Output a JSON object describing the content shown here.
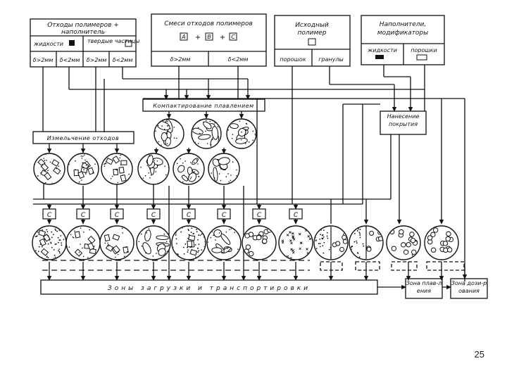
{
  "sources": {
    "polymer_waste_fillers": {
      "title_line1": "Отходы полимеров +",
      "title_line2": "наполнитель",
      "liquids": "жидкости",
      "solids": "твердые частицы",
      "fractions": [
        "δ>2мм",
        "δ<2мм",
        "δ>2мм",
        "δ<2мм"
      ]
    },
    "mixed_polymer_waste": {
      "title": "Смеси отходов полимеров",
      "formula": [
        "A",
        "+",
        "B",
        "+",
        "C"
      ],
      "fractions": [
        "δ>2мм",
        "δ<2мм"
      ]
    },
    "virgin_polymer": {
      "title_line1": "Исходный",
      "title_line2": "полимер",
      "sub": [
        "порошок",
        "гранулы"
      ]
    },
    "fillers_modifiers": {
      "title_line1": "Наполнители,",
      "title_line2": "модификаторы",
      "sub": [
        "жидкости",
        "порошки"
      ]
    }
  },
  "process": {
    "compaction": "Компактирование плавлением",
    "coating": "Нанесение покрытия",
    "comminution": "Измельчение отходов"
  },
  "mixer_label": "С",
  "mixer_count": 8,
  "zones": {
    "loading": "Зоны загрузки и транспортировки",
    "melting": "Зона плав-ления",
    "dosing": "Зона дози-рования"
  },
  "page_number": "25"
}
